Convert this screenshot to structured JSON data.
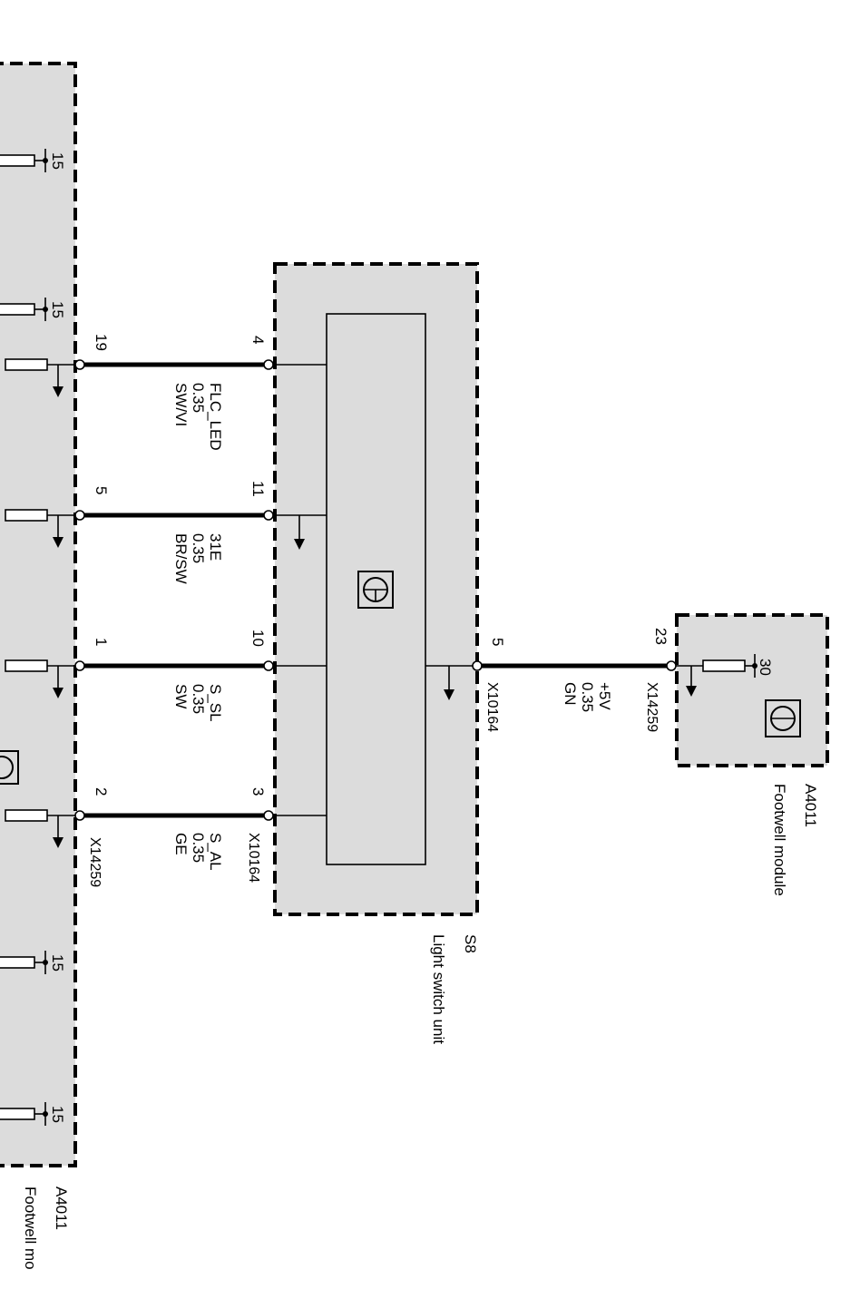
{
  "modules": {
    "footwell_left": {
      "id": "A4011",
      "name": "Footwell mo"
    },
    "light_switch": {
      "id": "S8",
      "name": "Light switch unit"
    },
    "footwell_right": {
      "id": "A4011",
      "name": "Footwell module"
    }
  },
  "connectors": {
    "footwell_left": "X14259",
    "light_switch": "X10164",
    "light_switch_out": "X10164",
    "footwell_right": "X14259"
  },
  "terminal_15_label": "15",
  "terminal_30_label": "30",
  "wires": [
    {
      "signal": "FLC_LED",
      "size": "0.35",
      "color": "SW/VI",
      "pin_left": "19",
      "pin_switch": "4"
    },
    {
      "signal": "31E",
      "size": "0.35",
      "color": "BR/SW",
      "pin_left": "5",
      "pin_switch": "11"
    },
    {
      "signal": "S_SL",
      "size": "0.35",
      "color": "SW",
      "pin_left": "1",
      "pin_switch": "10"
    },
    {
      "signal": "S_AL",
      "size": "0.35",
      "color": "GE",
      "pin_left": "2",
      "pin_switch": "3"
    }
  ],
  "supply_wire": {
    "signal": "+5V",
    "size": "0.35",
    "color": "GN",
    "pin_switch": "5",
    "pin_module": "23"
  },
  "colors": {
    "module_fill": "#dcdcdc",
    "line": "#000000"
  }
}
